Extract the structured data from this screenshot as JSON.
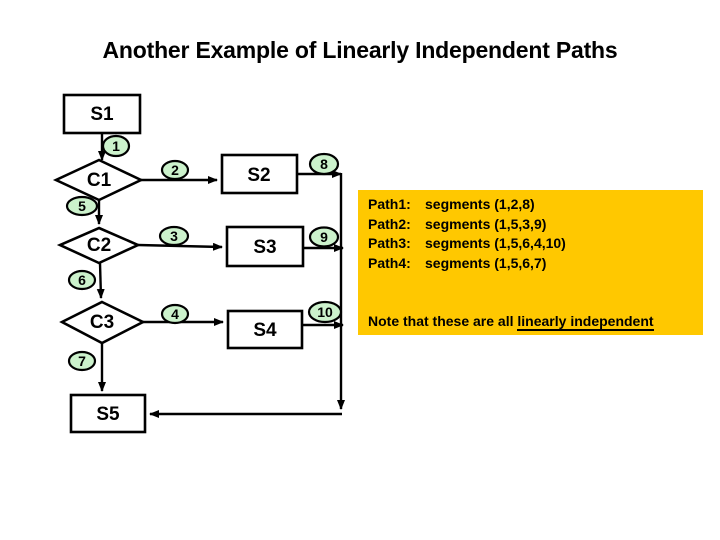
{
  "slide": {
    "title": "Another Example of Linearly Independent Paths"
  },
  "flowchart": {
    "process_nodes": [
      "S1",
      "S2",
      "S3",
      "S4",
      "S5"
    ],
    "decision_nodes": [
      "C1",
      "C2",
      "C3"
    ],
    "segment_markers": [
      "1",
      "2",
      "3",
      "4",
      "5",
      "6",
      "7",
      "8",
      "9",
      "10"
    ]
  },
  "panel": {
    "paths": [
      {
        "label": "Path1:",
        "value": "segments (1,2,8)"
      },
      {
        "label": "Path2:",
        "value": "segments (1,5,3,9)"
      },
      {
        "label": "Path3:",
        "value": "segments (1,5,6,4,10)"
      },
      {
        "label": "Path4:",
        "value": "segments (1,5,6,7)"
      }
    ],
    "note_prefix": "Note that these are all",
    "note_underlined": "linearly independent"
  },
  "colors": {
    "panel_background": "#FFC800",
    "segment_marker_fill": "#CCF2CC",
    "line_color": "#000000"
  }
}
